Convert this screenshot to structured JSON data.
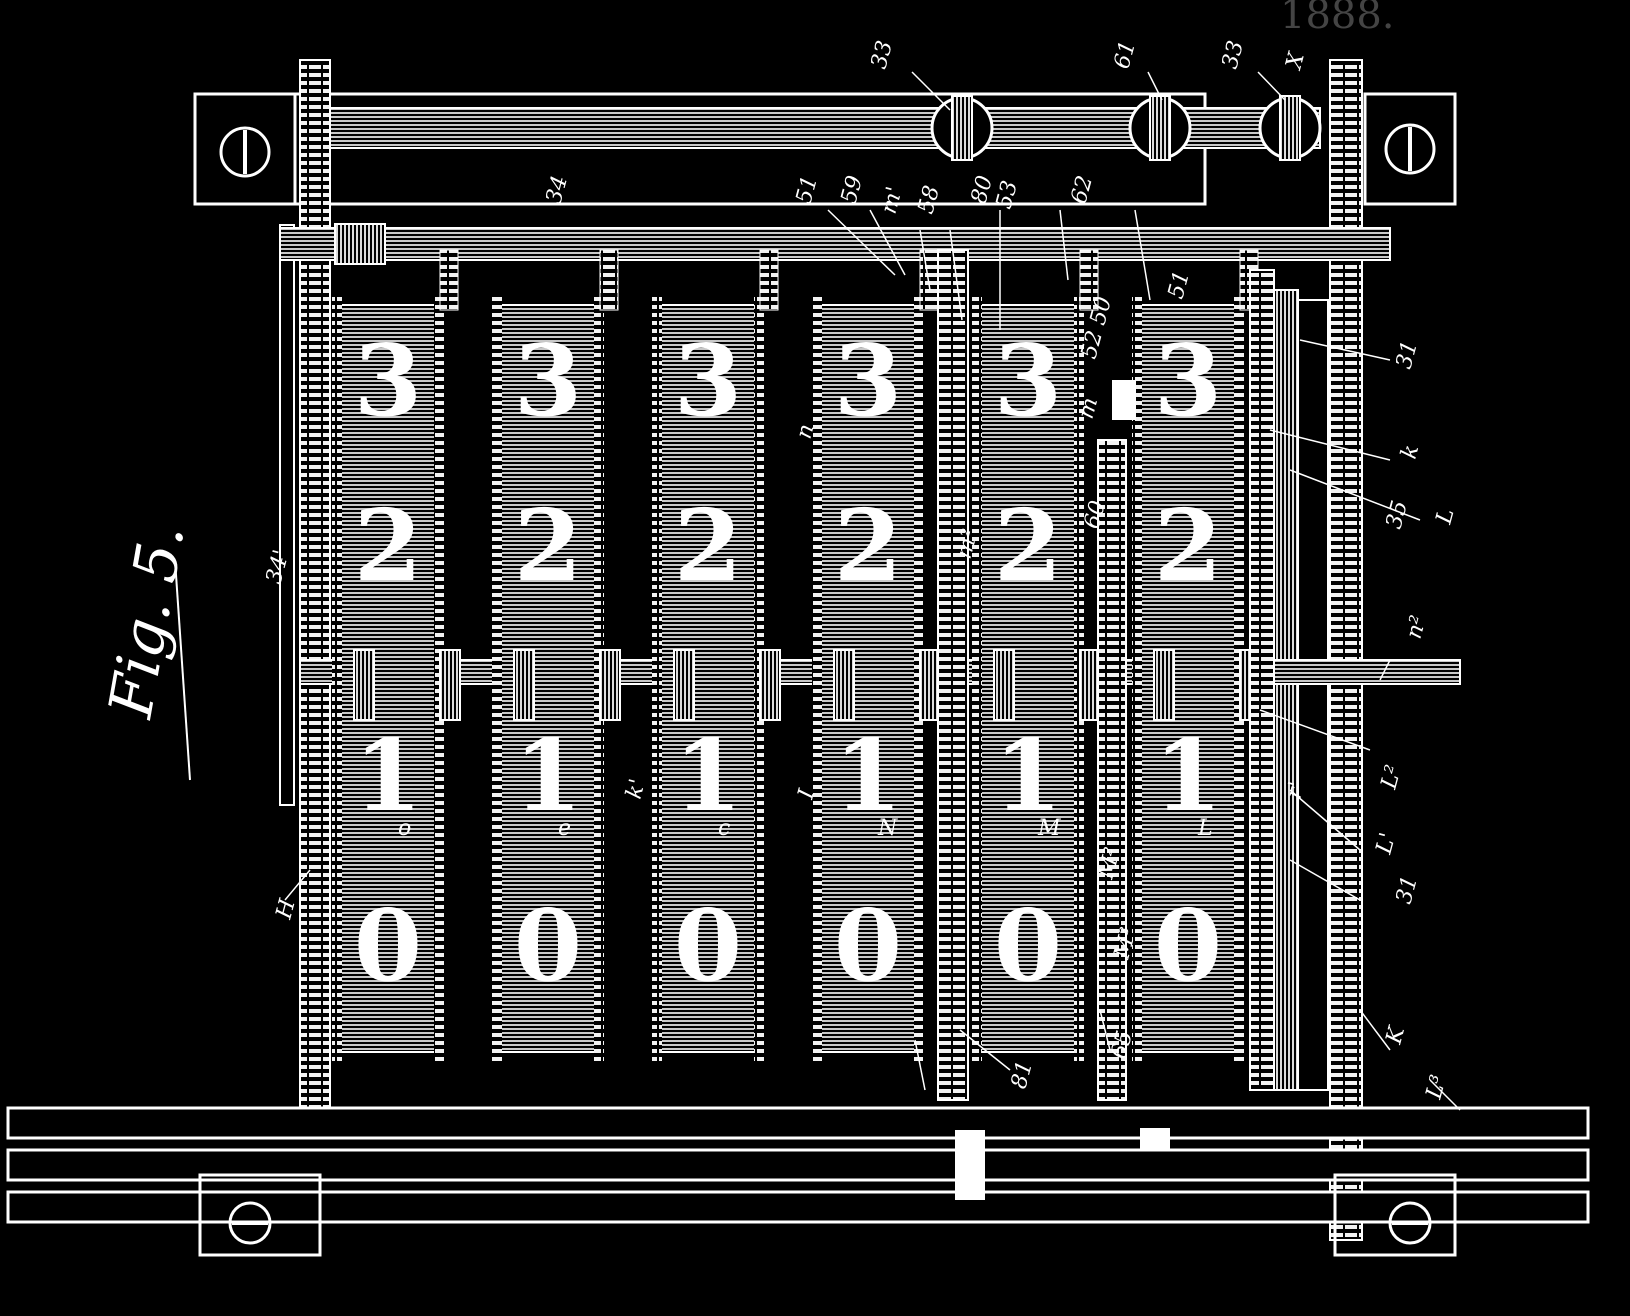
{
  "figure": {
    "title": "Fig. 5.",
    "header_fragment": "1888."
  },
  "colors": {
    "background": "#000000",
    "ink": "#ffffff",
    "hatch": "#bdbdbd",
    "window": "#000000"
  },
  "wheels": {
    "digits": [
      "3",
      "2",
      "1",
      "0"
    ],
    "count": 6,
    "letters": [
      "o",
      "e",
      "c",
      "N",
      "M",
      "L"
    ]
  },
  "labels": {
    "l33a": "33",
    "l61": "61",
    "l33b": "33",
    "lX": "X",
    "l34": "34",
    "l51": "51",
    "l59": "59",
    "lm1": "m'",
    "l58": "58",
    "l80": "80",
    "l53": "53",
    "l62": "62",
    "l5250": "52 50",
    "l51b": "51",
    "l31a": "31",
    "lk": "k",
    "lL": "L",
    "l35": "35",
    "ln2": "n²",
    "l34k": "34'",
    "ln": "n",
    "lm": "m",
    "l60": "60",
    "lm2": "m²",
    "lL2": "L²",
    "lL1": "L'",
    "lr1": "r'",
    "lI": "I",
    "lk1": "k'",
    "lN1": "N'",
    "lM2": "M²",
    "lM3": "M³",
    "l31b": "31",
    "lK": "K",
    "lL3": "L³",
    "l65": "65",
    "l81": "81",
    "lH": "H"
  }
}
